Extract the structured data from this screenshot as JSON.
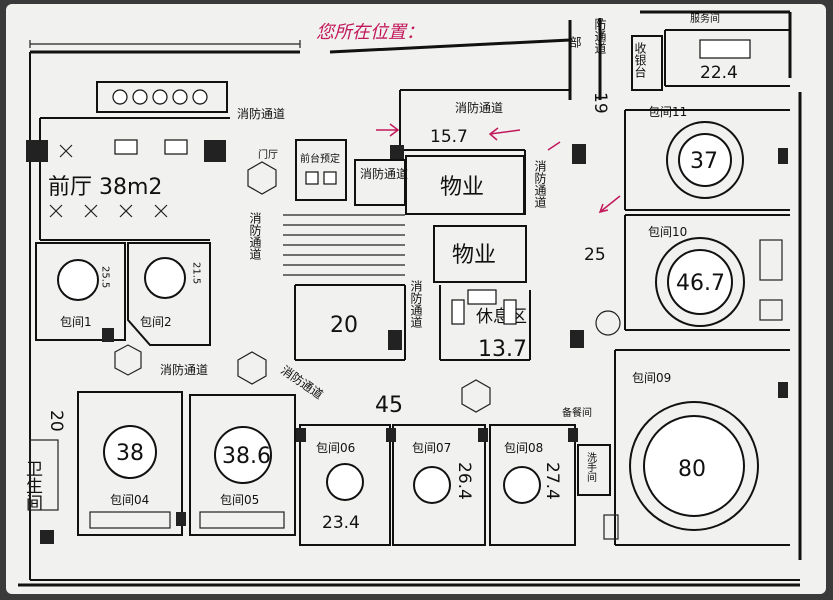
{
  "title_note": "您所在位置：",
  "labels": {
    "lobby": "前厅 38m2",
    "fire1": "消防通道",
    "fire_top": "消防通道",
    "fire_top_area": "15.7",
    "fire_mid_left": "消防通道",
    "fire_left": "消防通道",
    "fire_right": "消防通道",
    "fire_center": "消防通道",
    "fire_corridor_left": "消防通道",
    "fire_corridor_diag": "消防通道",
    "fire_top_right": "防通道",
    "cashier": "收银台",
    "prep": "前台预定",
    "door": "门厅",
    "property1": "物业",
    "property2": "物业",
    "lounge": "休息区",
    "lounge_area": "13.7",
    "hall_area": "20",
    "corridor_area": "45",
    "side_area_25": "25",
    "side_area_19": "19",
    "top_right_area": "22.4",
    "service": "备餐间",
    "restroom": "卫生间",
    "wash": "洗手间",
    "dep": "部",
    "room1": "包间1",
    "room1_area": "25.5",
    "room2": "包间2",
    "room2_area": "21.5",
    "room4": "包间04",
    "room4_area": "38",
    "room5": "包间05",
    "room5_area": "38.6",
    "room6": "包间06",
    "room6_area": "23.4",
    "room7": "包间07",
    "room7_area": "26.4",
    "room8": "包间08",
    "room8_area": "27.4",
    "room9": "包间09",
    "room9_area": "80",
    "room10": "包间10",
    "room10_area": "46.7",
    "room11": "包间11",
    "room11_area": "37",
    "room_small": "包间11",
    "edge_num": "20",
    "top_label": "服务间"
  }
}
